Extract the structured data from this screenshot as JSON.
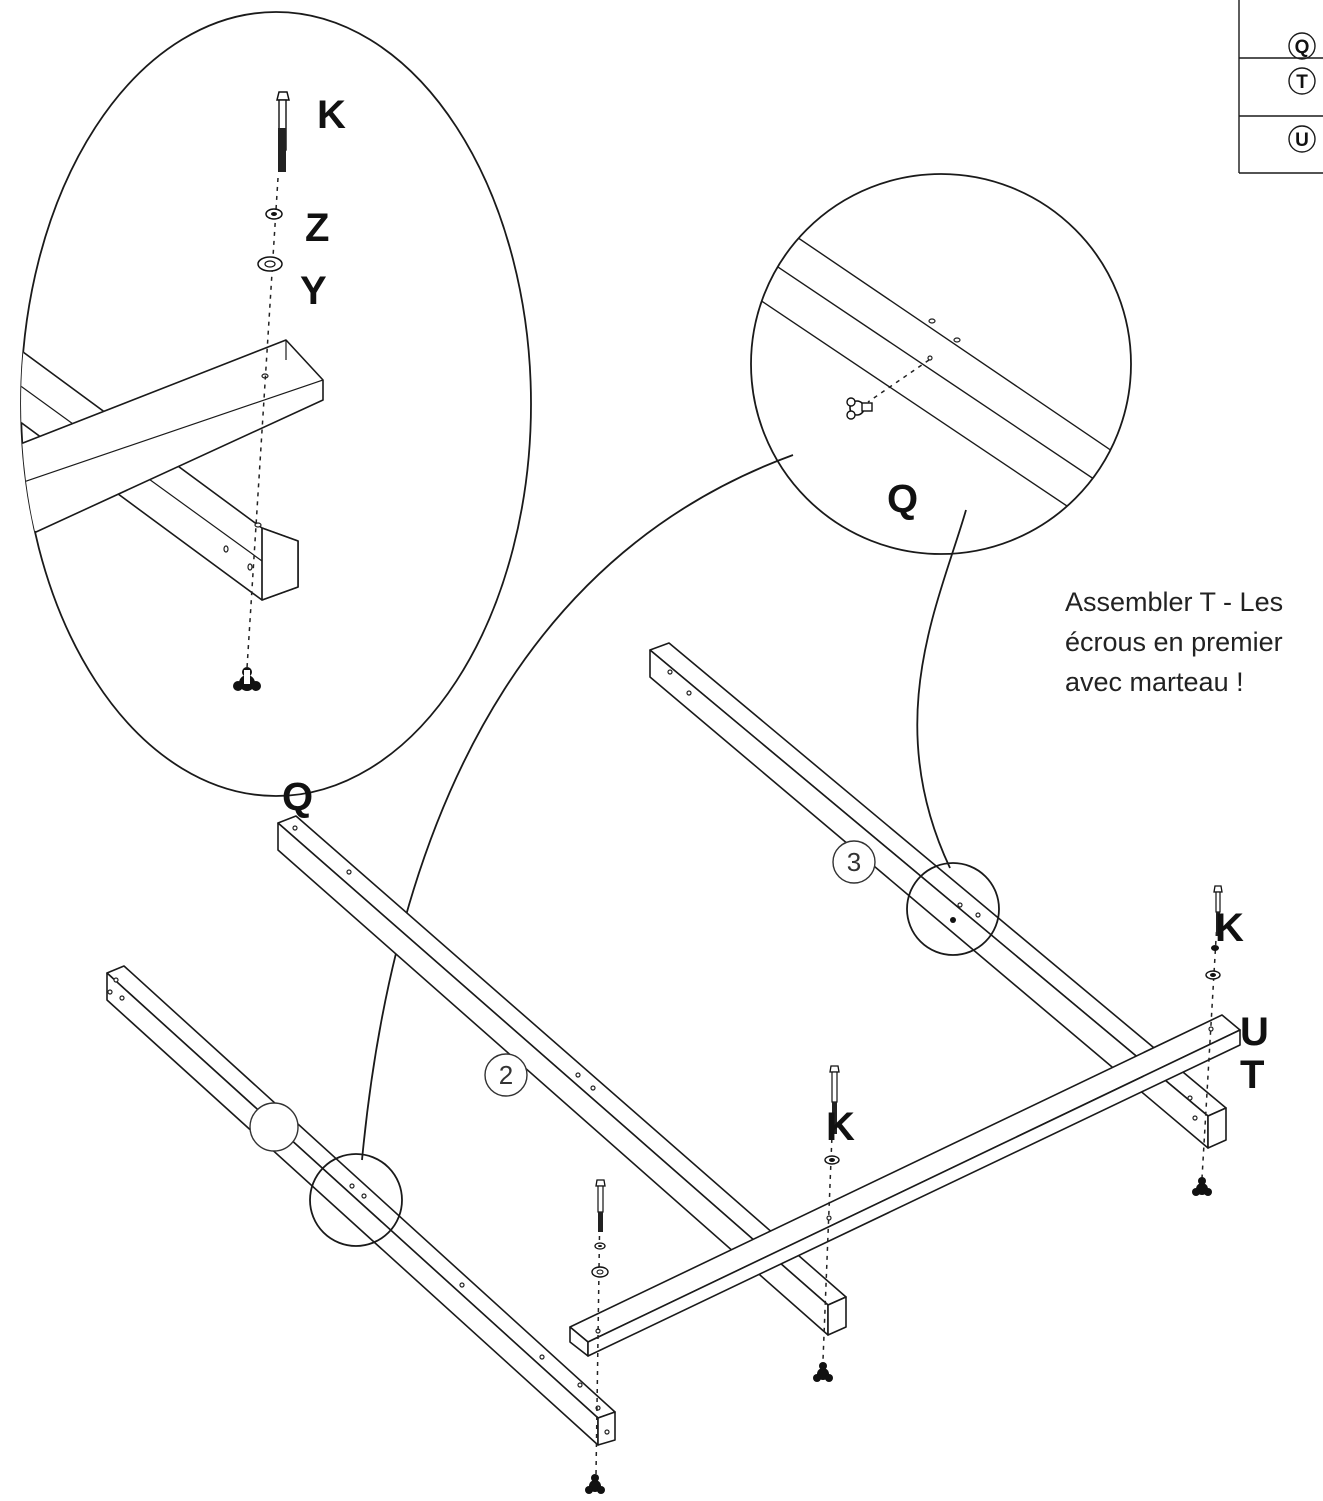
{
  "parts_table": {
    "rows": [
      {
        "letter": "Q"
      },
      {
        "letter": "T"
      },
      {
        "letter": "U"
      }
    ]
  },
  "detail_left": {
    "bolt_label": "K",
    "washer_small_label": "Z",
    "washer_large_label": "Y",
    "pointer_label": "Q"
  },
  "detail_right": {
    "pointer_label": "Q"
  },
  "steps": {
    "step_2": "2",
    "step_3": "3"
  },
  "main": {
    "bolt_mid_label": "K",
    "bolt_right_label": "K",
    "beam_u_label": "U",
    "beam_t_label": "T"
  },
  "instruction": {
    "line1": "Assembler T - Les",
    "line2": "écrous en premier",
    "line3": "avec marteau !"
  }
}
